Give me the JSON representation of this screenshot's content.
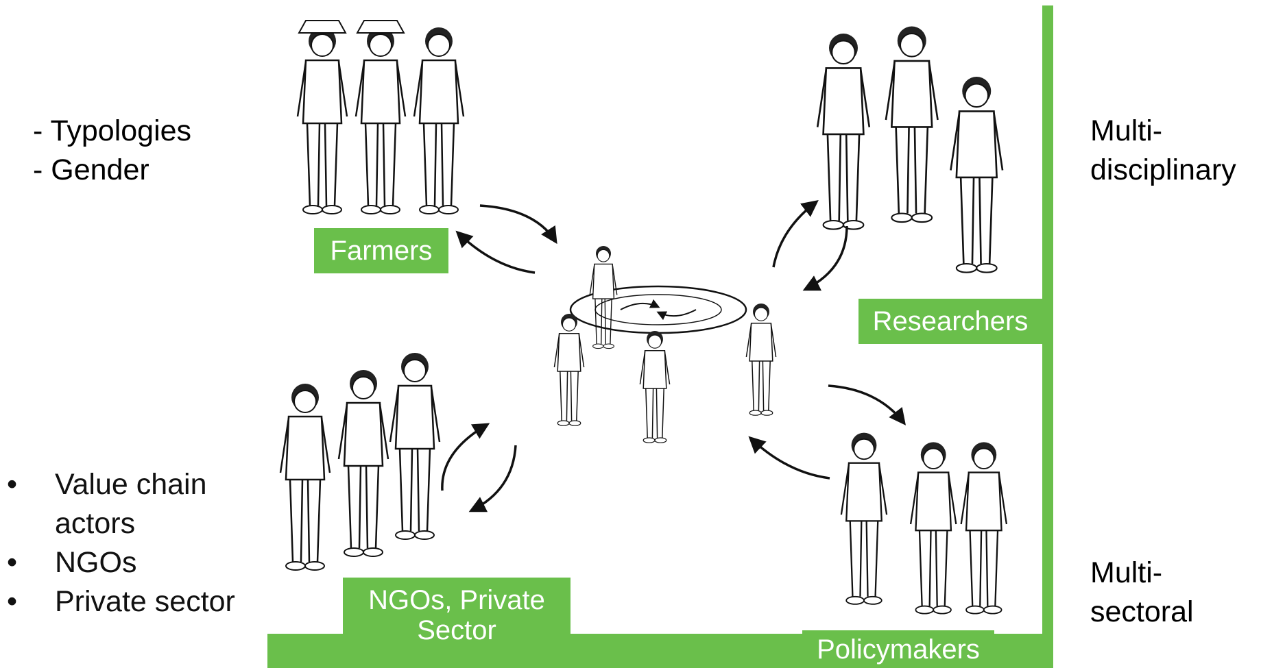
{
  "left_notes": {
    "top": [
      "- Typologies",
      "- Gender"
    ],
    "bullets": [
      {
        "lines": [
          "Value chain",
          "actors"
        ]
      },
      {
        "lines": [
          "NGOs"
        ]
      },
      {
        "lines": [
          "Private sector"
        ]
      }
    ],
    "bullet_glyph": "•"
  },
  "right_notes": {
    "top": [
      "Multi-",
      "disciplinary"
    ],
    "bottom": [
      "Multi-",
      "sectoral"
    ]
  },
  "groups": {
    "farmers": "Farmers",
    "researchers": "Researchers",
    "ngos_private": [
      "NGOs, Private",
      "Sector"
    ],
    "policymakers": "Policymakers"
  },
  "colors": {
    "accent_green": "#6abf4b",
    "label_text": "#ffffff",
    "ink": "#111111"
  },
  "icons": {
    "center": "round-table-meeting-illustration",
    "people": "group-of-people-illustration",
    "arrows": "curved-arrow-icon"
  }
}
